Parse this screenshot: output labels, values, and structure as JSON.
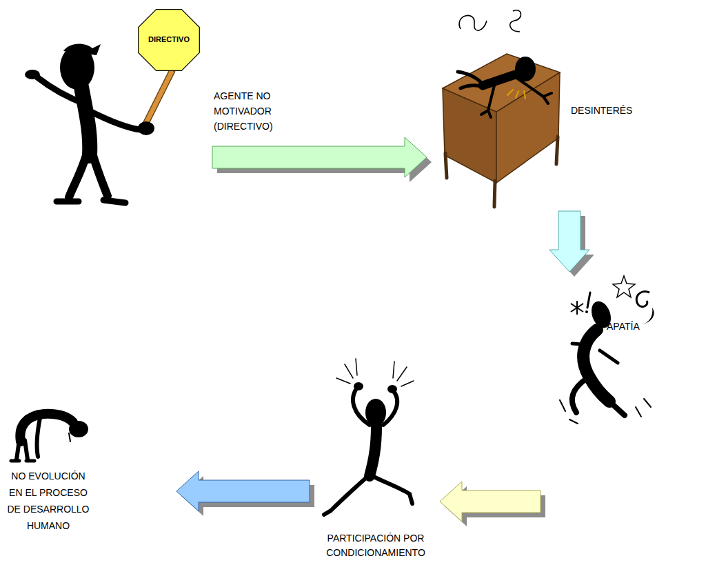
{
  "diagram": {
    "nodes": [
      {
        "text": [
          "DIRECTIVO"
        ]
      },
      {
        "text": [
          "DESINTERÉS"
        ]
      },
      {
        "text": [
          "APATÍA"
        ]
      },
      {
        "text": [
          "PARTICIPACIÓN POR CONDICIONAMIENTO"
        ]
      },
      {
        "text": [
          "NO EVOLUCIÓN EN EL PROCESO DE DESARROLLO HUMANO"
        ]
      }
    ],
    "edges": [
      {
        "from": 0,
        "to": 1,
        "arrow": "to",
        "label": "AGENTE NO MOTIVADOR (DIRECTIVO)"
      },
      {
        "from": 1,
        "to": 2,
        "arrow": "to"
      },
      {
        "from": 2,
        "to": 3,
        "arrow": "to"
      },
      {
        "from": 3,
        "to": 4,
        "arrow": "to"
      }
    ]
  }
}
